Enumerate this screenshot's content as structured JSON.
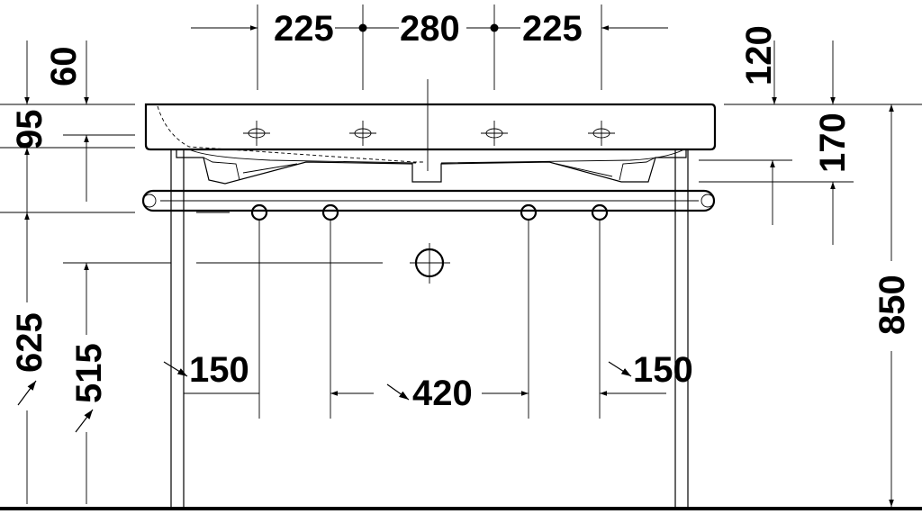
{
  "diagram": {
    "top_dims": [
      "225",
      "280",
      "225"
    ],
    "right_dims": [
      "120",
      "170",
      "850"
    ],
    "left_dims": [
      "60",
      "95",
      "625",
      "515"
    ],
    "bottom_dims": [
      "150",
      "420",
      "150"
    ]
  }
}
